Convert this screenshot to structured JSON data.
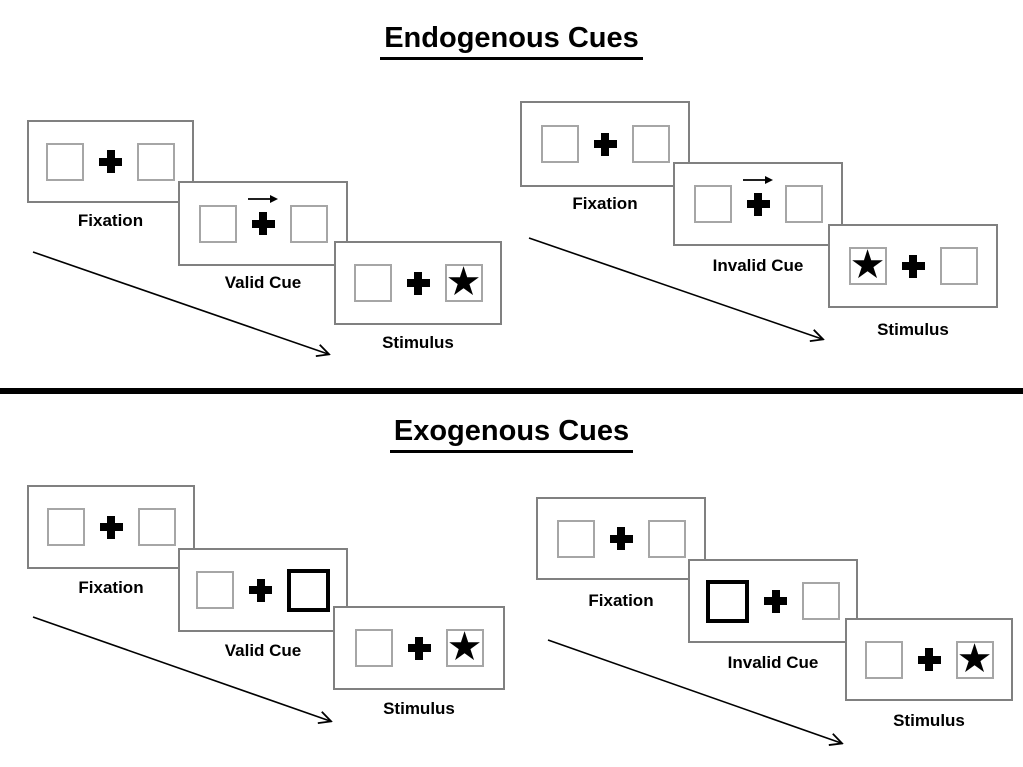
{
  "sections": [
    {
      "title": "Endogenous Cues",
      "groups": [
        {
          "name": "valid-trial",
          "steps": [
            {
              "label": "Fixation",
              "type": "fixation"
            },
            {
              "label": "Valid Cue",
              "type": "arrow-cue",
              "cue_direction": "right"
            },
            {
              "label": "Stimulus",
              "type": "stimulus",
              "star_side": "right"
            }
          ]
        },
        {
          "name": "invalid-trial",
          "steps": [
            {
              "label": "Fixation",
              "type": "fixation"
            },
            {
              "label": "Invalid Cue",
              "type": "arrow-cue",
              "cue_direction": "right"
            },
            {
              "label": "Stimulus",
              "type": "stimulus",
              "star_side": "left"
            }
          ]
        }
      ]
    },
    {
      "title": "Exogenous Cues",
      "groups": [
        {
          "name": "valid-trial",
          "steps": [
            {
              "label": "Fixation",
              "type": "fixation"
            },
            {
              "label": "Valid Cue",
              "type": "highlight-cue",
              "highlight_side": "right"
            },
            {
              "label": "Stimulus",
              "type": "stimulus",
              "star_side": "right"
            }
          ]
        },
        {
          "name": "invalid-trial",
          "steps": [
            {
              "label": "Fixation",
              "type": "fixation"
            },
            {
              "label": "Invalid Cue",
              "type": "highlight-cue",
              "highlight_side": "left"
            },
            {
              "label": "Stimulus",
              "type": "stimulus",
              "star_side": "right"
            }
          ]
        }
      ]
    }
  ],
  "glyphs": {
    "star": "★",
    "cue_arrow": "→",
    "fixation_cross": "+"
  },
  "colors": {
    "background": "#ffffff",
    "panel_border": "#808080",
    "box_border": "#a6a6a6",
    "ink": "#000000"
  }
}
